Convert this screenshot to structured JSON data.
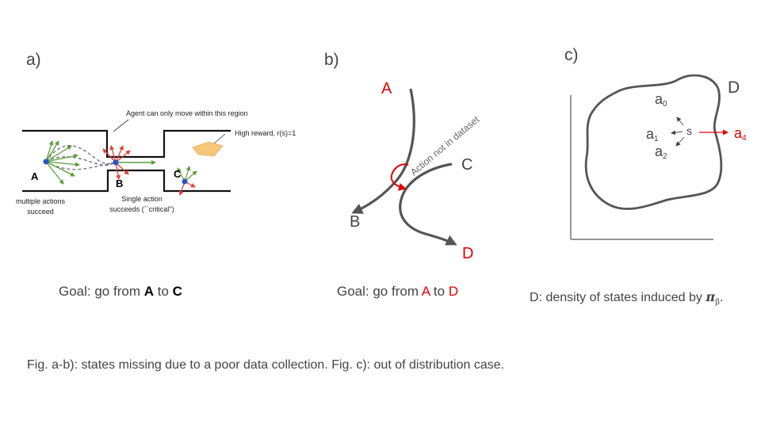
{
  "panel_a": {
    "label": "a)",
    "region_note": "Agent can only move within this region",
    "reward_note": "High reward, r(s)=1",
    "point_A": "A",
    "point_B": "B",
    "point_C": "C",
    "note_multi_line1": "multiple actions",
    "note_multi_line2": "succeed",
    "note_single_line1": "Single action",
    "note_single_line2": "succeeds (``critical'')",
    "goal_prefix": "Goal: go from ",
    "goal_from": "A",
    "goal_mid": " to ",
    "goal_to": "C"
  },
  "panel_b": {
    "label": "b)",
    "point_A": "A",
    "point_B": "B",
    "point_C": "C",
    "point_D": "D",
    "action_note": "Action not in dataset",
    "goal_prefix": "Goal: go from ",
    "goal_from": "A",
    "goal_mid": " to ",
    "goal_to": "D"
  },
  "panel_c": {
    "label": "c)",
    "region_label": "D",
    "state": "s",
    "a0": "a",
    "a0_sub": "0",
    "a1": "a",
    "a1_sub": "1",
    "a2": "a",
    "a2_sub": "2",
    "a4": "a",
    "a4_sub": "4",
    "caption_prefix": "D: density of states induced by ",
    "caption_pi": "π",
    "caption_sub": "β",
    "caption_suffix": "."
  },
  "figure_caption": "Fig. a-b): states missing due to a poor data collection. Fig. c): out of distribution case.",
  "colors": {
    "accent_red": "#e30000",
    "text": "#444444",
    "arrow_green": "#5a9e3a",
    "arrow_red": "#e0403a",
    "reward_patch": "#f6c77a"
  }
}
